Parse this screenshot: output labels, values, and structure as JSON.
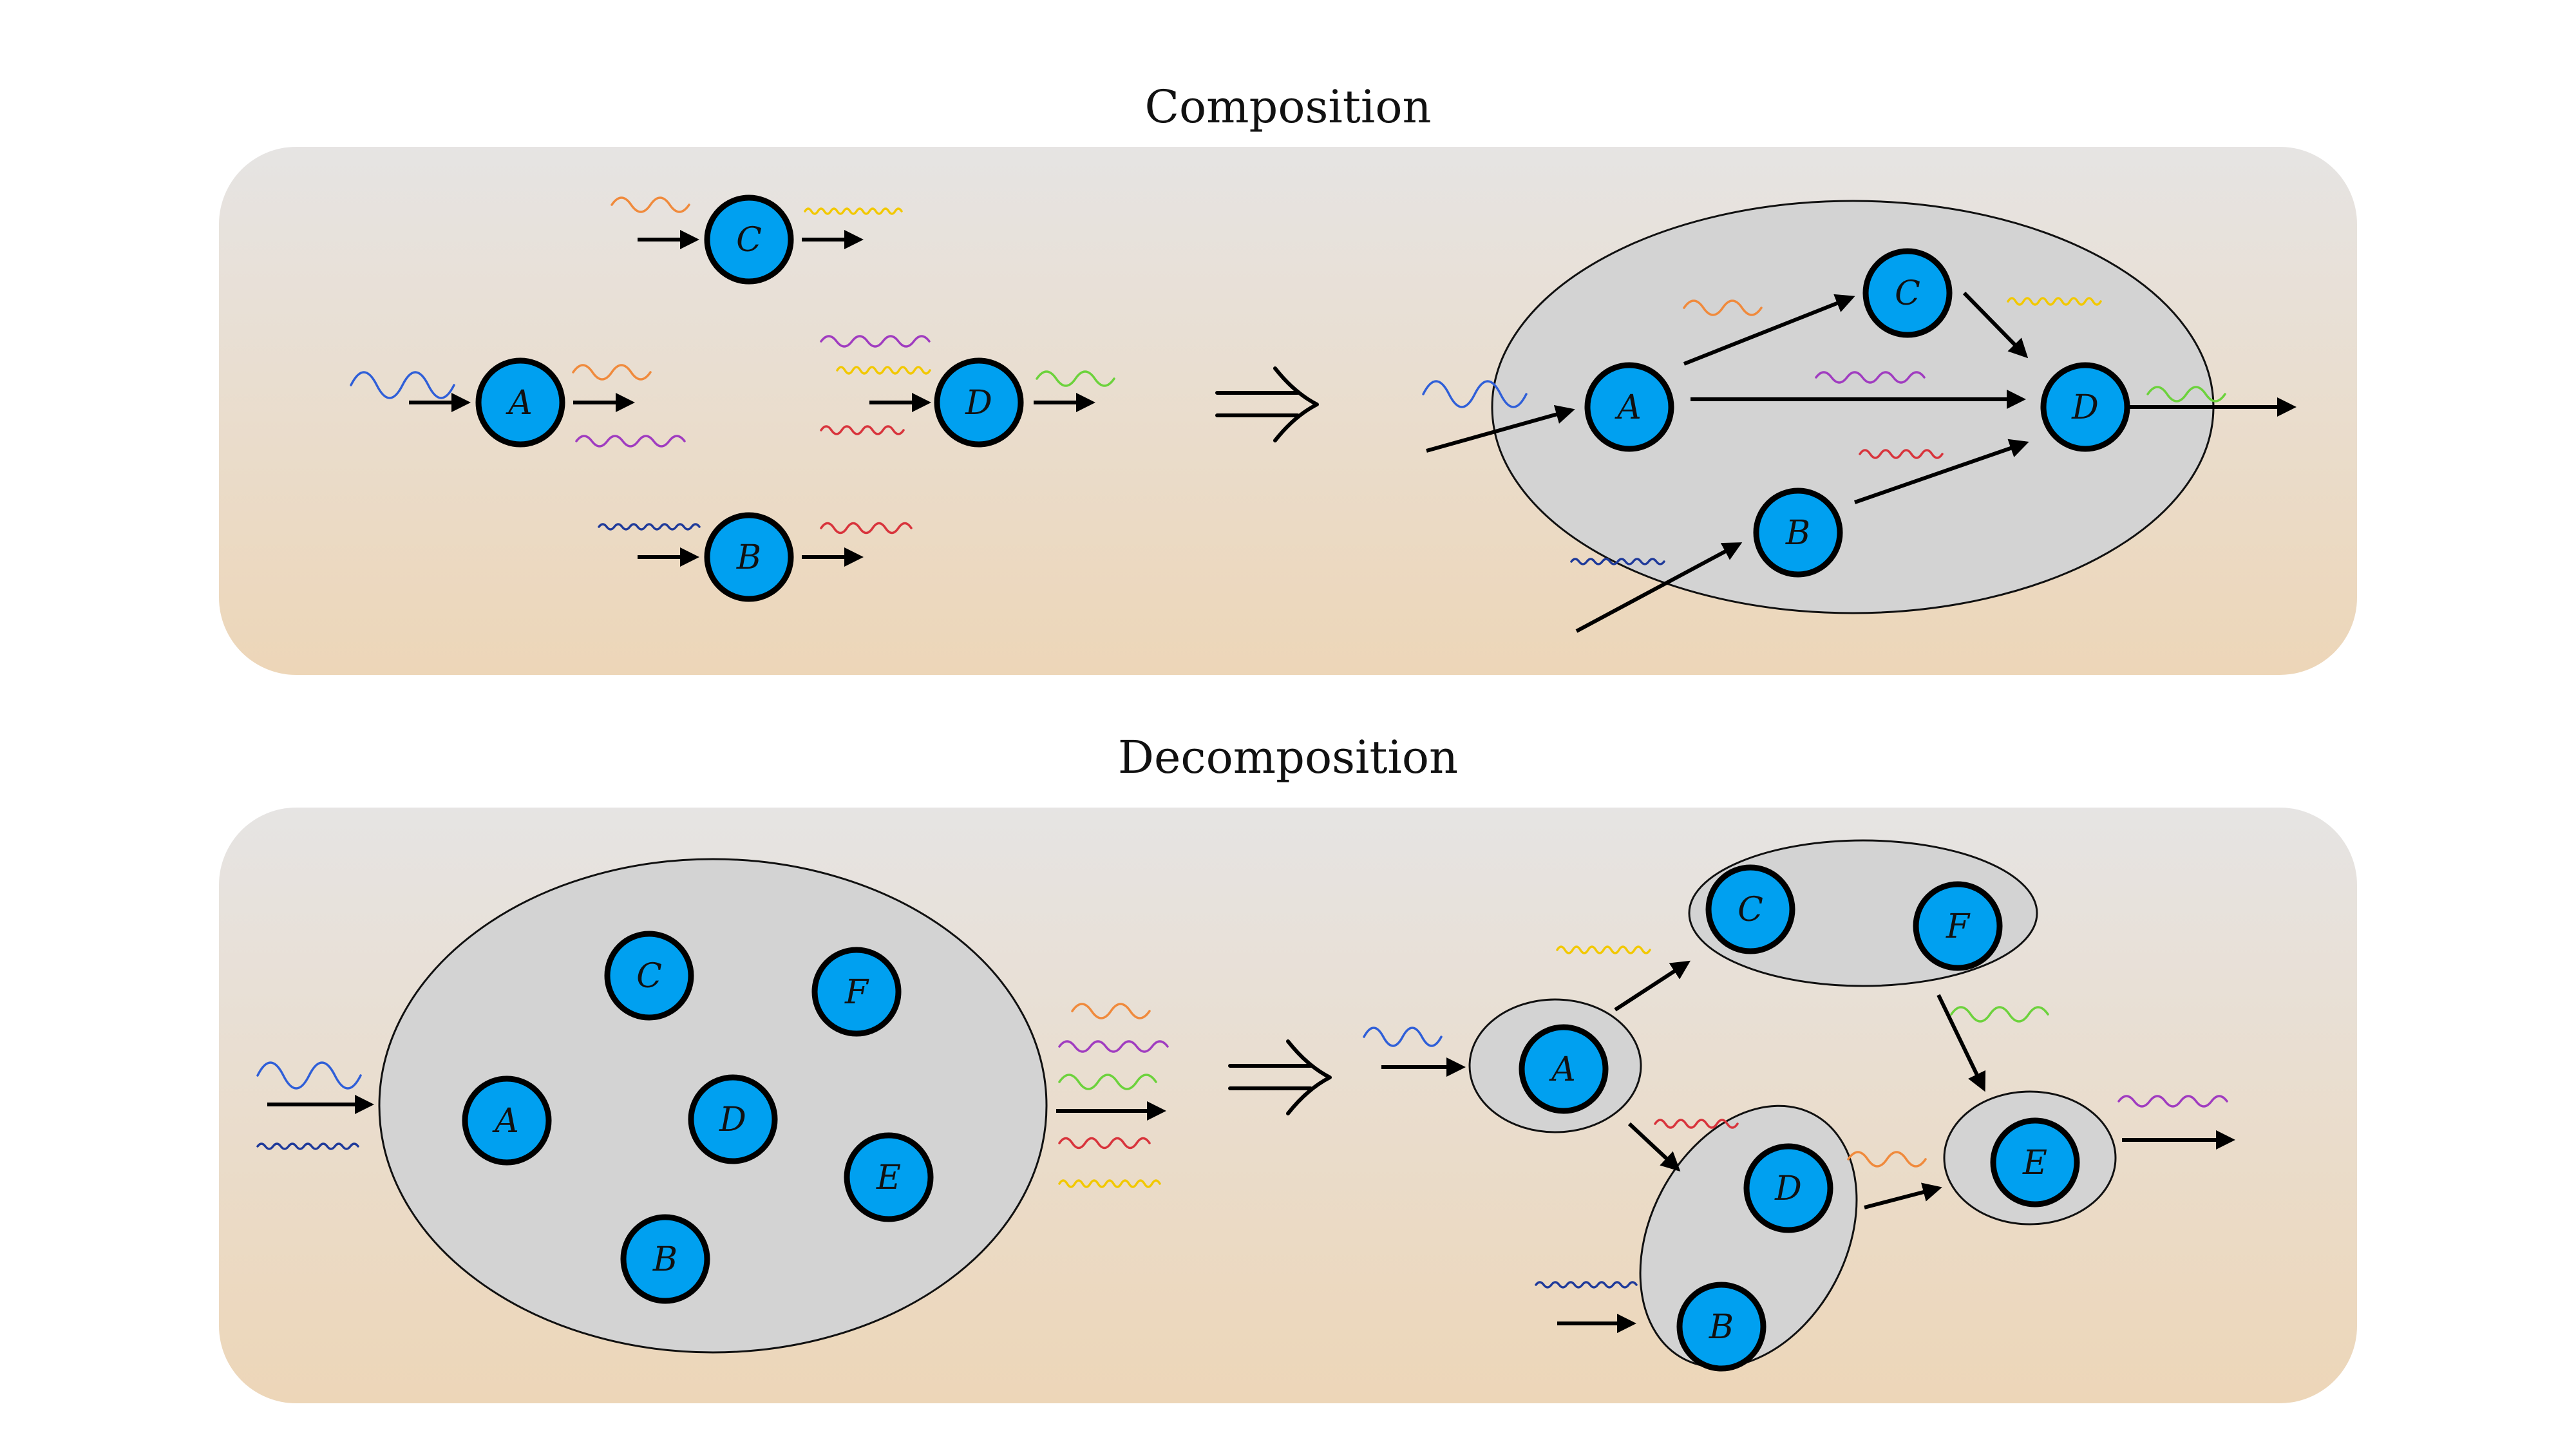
{
  "composition": {
    "title": "Composition",
    "left_nodes": [
      "C",
      "A",
      "D",
      "B"
    ],
    "right_nodes": [
      "C",
      "A",
      "D",
      "B"
    ]
  },
  "decomposition": {
    "title": "Decomposition",
    "left_nodes": [
      "C",
      "F",
      "A",
      "D",
      "E",
      "B"
    ],
    "right_nodes": [
      "C",
      "F",
      "A",
      "D",
      "B",
      "E"
    ]
  },
  "colors": {
    "node_fill": "#00a0f0",
    "group_fill": "#d3d3d3",
    "panel_top": "#e6e4e3",
    "panel_bottom": "#edd6b8",
    "signal_blue": "#2f5fd8",
    "signal_navy": "#1f3a9a",
    "signal_orange": "#f08a3c",
    "signal_purple": "#a03cc0",
    "signal_yellow": "#f2c800",
    "signal_green": "#6cd23c",
    "signal_red": "#d8343c"
  },
  "icons": [
    "implies-arrow",
    "wave-signal",
    "flow-arrow"
  ]
}
